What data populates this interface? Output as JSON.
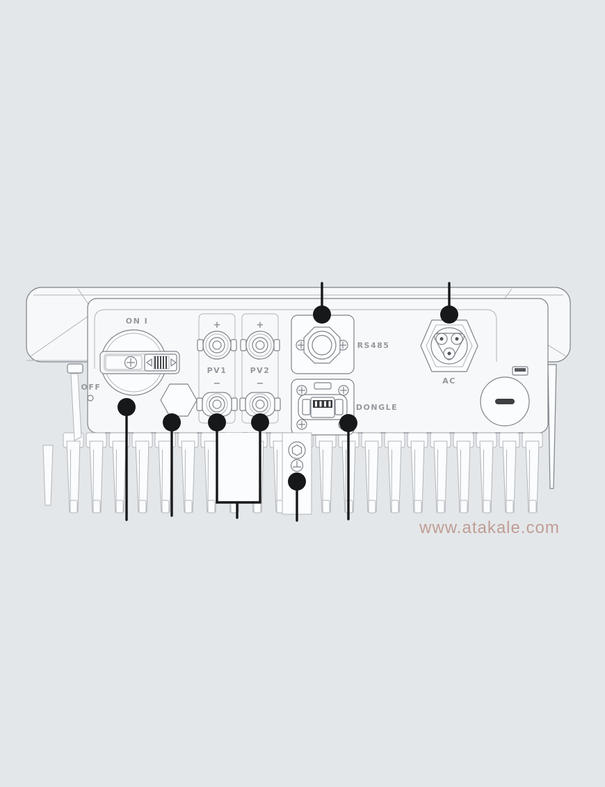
{
  "page": {
    "background_color": "#e4e7e9",
    "watermark": {
      "text": "www.atakale.com",
      "color": "#bf9d95"
    }
  },
  "device": {
    "name": "inverter-bottom-panel-diagram",
    "power_switch": {
      "on_label": "ON I",
      "off_label": "OFF"
    },
    "pv1": {
      "label": "PV1",
      "positive_label": "+",
      "negative_label": "−"
    },
    "pv2": {
      "label": "PV2",
      "positive_label": "+",
      "negative_label": "−"
    },
    "rs485": {
      "label": "RS485"
    },
    "dongle": {
      "label": "DONGLE"
    },
    "ac": {
      "label": "AC"
    },
    "colors": {
      "outline": "#7d838a",
      "outline_light": "#b0b5ba",
      "body_fill": "#f7f8f9",
      "callout": "#16181a",
      "label": "#92989d"
    }
  },
  "callouts": [
    {
      "name": "rs485-callout"
    },
    {
      "name": "ac-callout"
    },
    {
      "name": "power-switch-callout"
    },
    {
      "name": "blank-gland-callout"
    },
    {
      "name": "pv1-negative-callout"
    },
    {
      "name": "pv2-negative-callout"
    },
    {
      "name": "dongle-callout"
    },
    {
      "name": "ground-screw-callout"
    }
  ]
}
